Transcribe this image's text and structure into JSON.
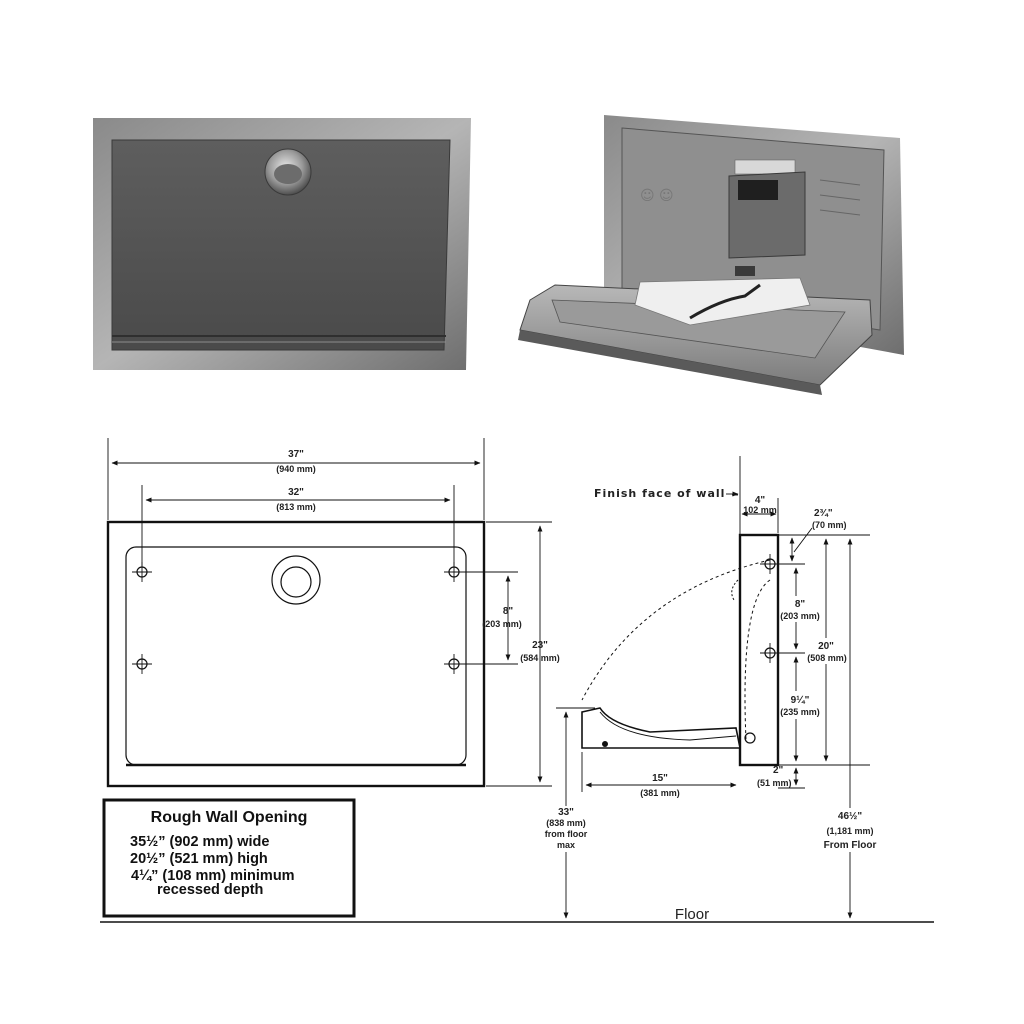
{
  "photos": {
    "closed_unit": "closed-baby-changing-station-photo",
    "open_unit": "open-baby-changing-station-photo"
  },
  "front_view": {
    "overall_width": {
      "inches": "37\"",
      "mm": "(940 mm)"
    },
    "mount_width": {
      "inches": "32\"",
      "mm": "(813 mm)"
    },
    "mount_height": {
      "inches": "8\"",
      "mm": "(203 mm)"
    },
    "overall_height": {
      "inches": "23\"",
      "mm": "(584 mm)"
    }
  },
  "side_view": {
    "finish_face_label": "Finish face of wall",
    "depth": {
      "inches": "4\"",
      "mm": "102 mm"
    },
    "top_offset": {
      "inches": "2¾\"",
      "mm": "(70 mm)"
    },
    "mount_spacing": {
      "inches": "8\"",
      "mm": "(203 mm)"
    },
    "body_height": {
      "inches": "20\"",
      "mm": "(508 mm)"
    },
    "lower_offset": {
      "inches": "9¼\"",
      "mm": "(235 mm)"
    },
    "bottom_offset": {
      "inches": "2\"",
      "mm": "(51 mm)"
    },
    "bed_depth": {
      "inches": "15\"",
      "mm": "(381 mm)"
    },
    "bed_height": {
      "inches": "33\"",
      "mm": "(838 mm)",
      "line1": "from floor",
      "line2": "max"
    },
    "top_height": {
      "inches": "46½\"",
      "mm": "(1,181 mm)",
      "line1": "From Floor"
    },
    "floor_label": "Floor"
  },
  "rough_wall_opening": {
    "title": "Rough Wall Opening",
    "lines": [
      "35½” (902 mm) wide",
      "20½” (521 mm) high",
      "4¼” (108 mm) minimum",
      "recessed depth"
    ]
  }
}
